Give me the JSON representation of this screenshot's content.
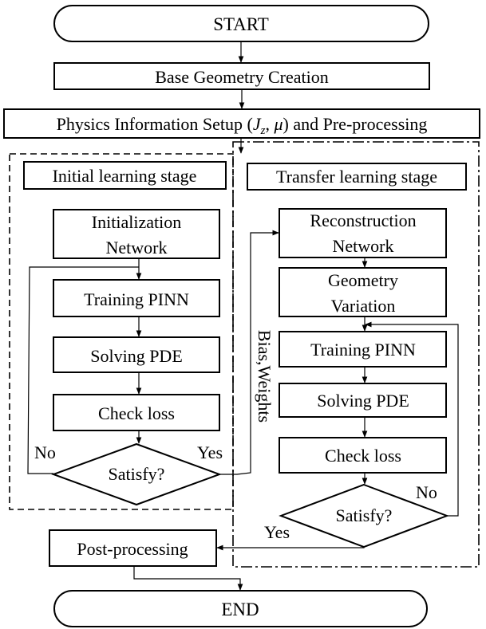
{
  "start": "START",
  "end": "END",
  "base_geometry": "Base Geometry Creation",
  "physics_setup": {
    "prefix": "Physics Information Setup (",
    "J": "J",
    "z": "z",
    "comma": ", ",
    "mu": "μ",
    "suffix": ") and Pre-processing"
  },
  "initial_stage": {
    "title": "Initial learning stage",
    "init_line1": "Initialization",
    "init_line2": "Network",
    "training": "Training PINN",
    "solving": "Solving PDE",
    "check": "Check loss",
    "satisfy": "Satisfy?",
    "no": "No",
    "yes": "Yes"
  },
  "transfer_stage": {
    "title": "Transfer learning stage",
    "recon_line1": "Reconstruction",
    "recon_line2": "Network",
    "geom_line1": "Geometry",
    "geom_line2": "Variation",
    "training": "Training PINN",
    "solving": "Solving PDE",
    "check": "Check loss",
    "satisfy": "Satisfy?",
    "no": "No",
    "yes": "Yes"
  },
  "bias_weights": "Bias,Weights",
  "post_processing": "Post-processing"
}
